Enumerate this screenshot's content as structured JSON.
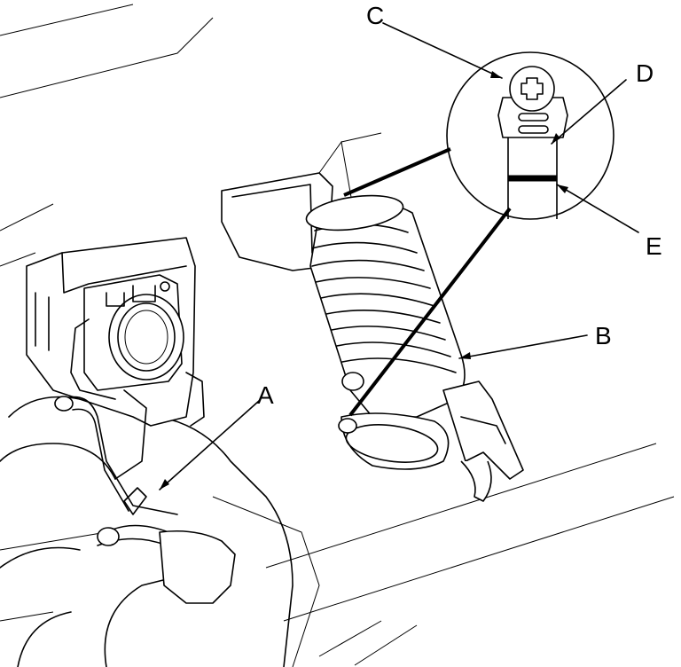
{
  "callouts": {
    "a": "A",
    "b": "B",
    "c": "C",
    "d": "D",
    "e": "E"
  }
}
